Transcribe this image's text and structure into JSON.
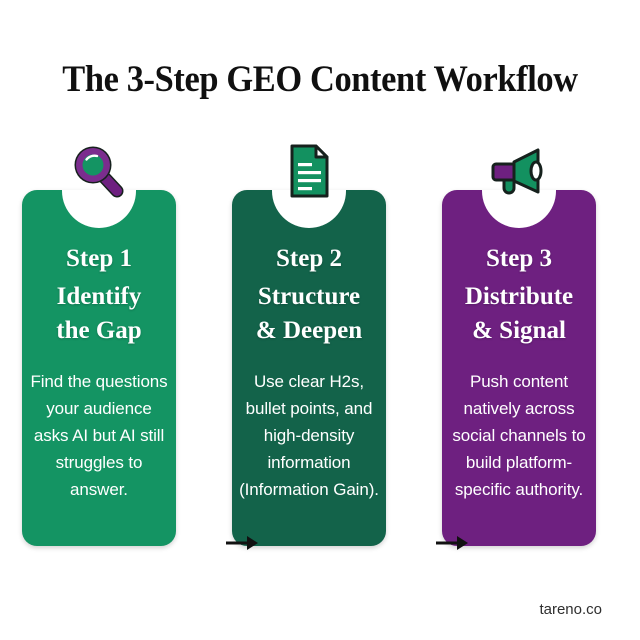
{
  "page": {
    "title": "The 3-Step GEO Content Workflow",
    "background_color": "#ffffff",
    "footer": "tareno.co"
  },
  "arrows": [
    {
      "name": "arrow-step1-to-step2",
      "color": "#111111"
    },
    {
      "name": "arrow-step2-to-step3",
      "color": "#111111"
    }
  ],
  "cards": [
    {
      "step": "Step 1",
      "name": "Identify\nthe Gap",
      "name_line1": "Identify",
      "name_line2": "the Gap",
      "body": "Find the questions your audience asks AI but AI still struggles to answer.",
      "color": "#149463",
      "icon": "magnifying-glass-icon",
      "icon_colors": {
        "ring": "#7b2d8e",
        "lens": "#149463",
        "handle": "#6e2080"
      }
    },
    {
      "step": "Step 2",
      "name": "Structure\n& Deepen",
      "name_line1": "Structure",
      "name_line2": "& Deepen",
      "body": "Use clear H2s, bullet points, and high-density information (Information Gain).",
      "color": "#13634a",
      "icon": "document-page-icon",
      "icon_colors": {
        "page": "#139160",
        "outline": "#16211d",
        "lines": "#ffffff",
        "fold": "#ffffff"
      }
    },
    {
      "step": "Step 3",
      "name": "Distribute\n& Signal",
      "name_line1": "Distribute",
      "name_line2": "& Signal",
      "body": "Push content natively across social channels to build platform-specific authority.",
      "color": "#6e2080",
      "icon": "megaphone-icon",
      "icon_colors": {
        "body": "#6e2080",
        "horn": "#139160",
        "outline": "#16211d"
      }
    }
  ]
}
